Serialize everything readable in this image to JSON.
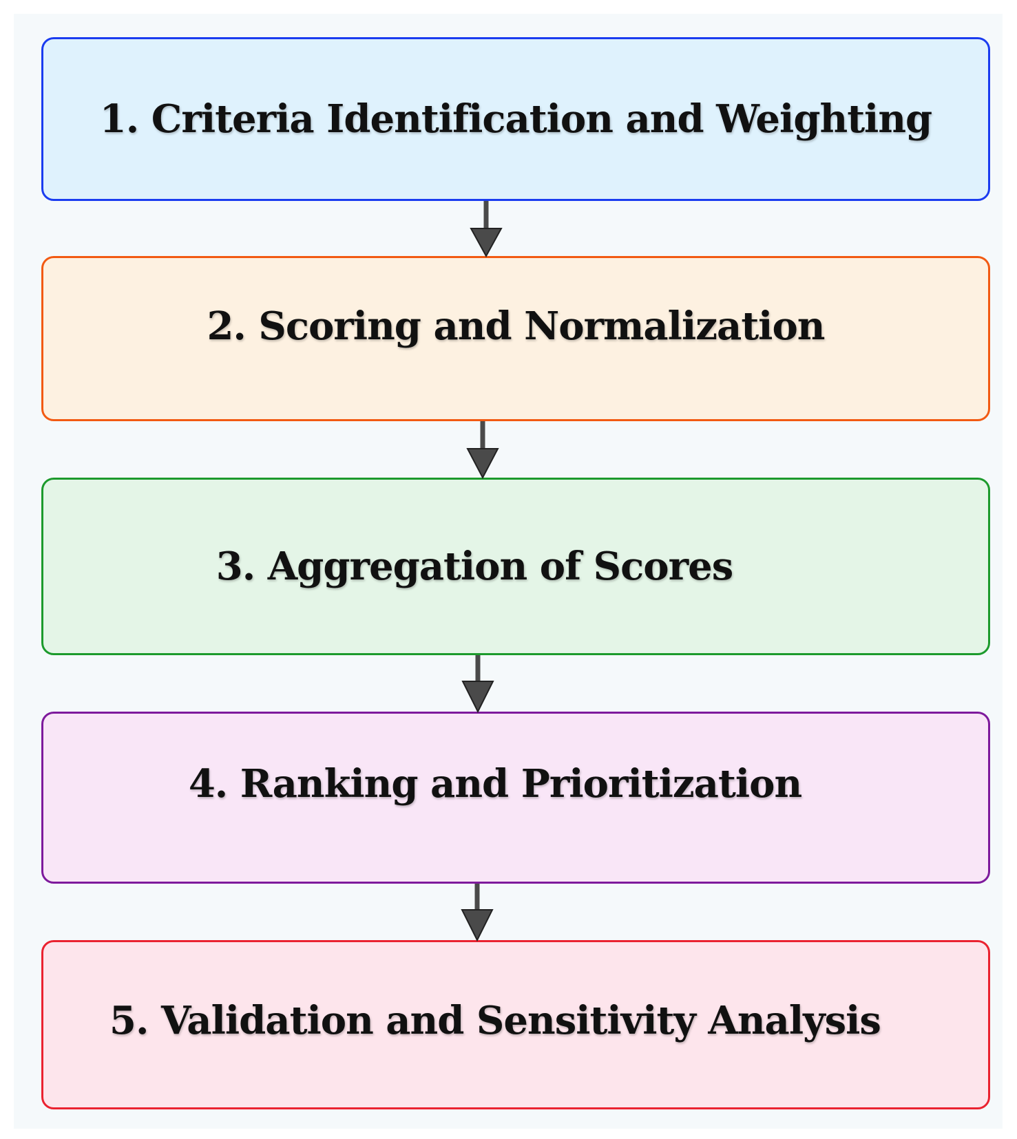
{
  "steps": [
    {
      "label": "1. Criteria Identification and Weighting",
      "fill": "#dff2fd",
      "border": "#1a3cf0"
    },
    {
      "label": "2. Scoring and Normalization",
      "fill": "#fdf1e1",
      "border": "#f25a12"
    },
    {
      "label": "3. Aggregation of Scores",
      "fill": "#e4f5e7",
      "border": "#1c9a2c"
    },
    {
      "label": "4. Ranking and Prioritization",
      "fill": "#f9e6f7",
      "border": "#7e1a9c"
    },
    {
      "label": "5. Validation and Sensitivity Analysis",
      "fill": "#fde5ec",
      "border": "#ea2230"
    }
  ],
  "arrow_color": "#4a4a4a"
}
